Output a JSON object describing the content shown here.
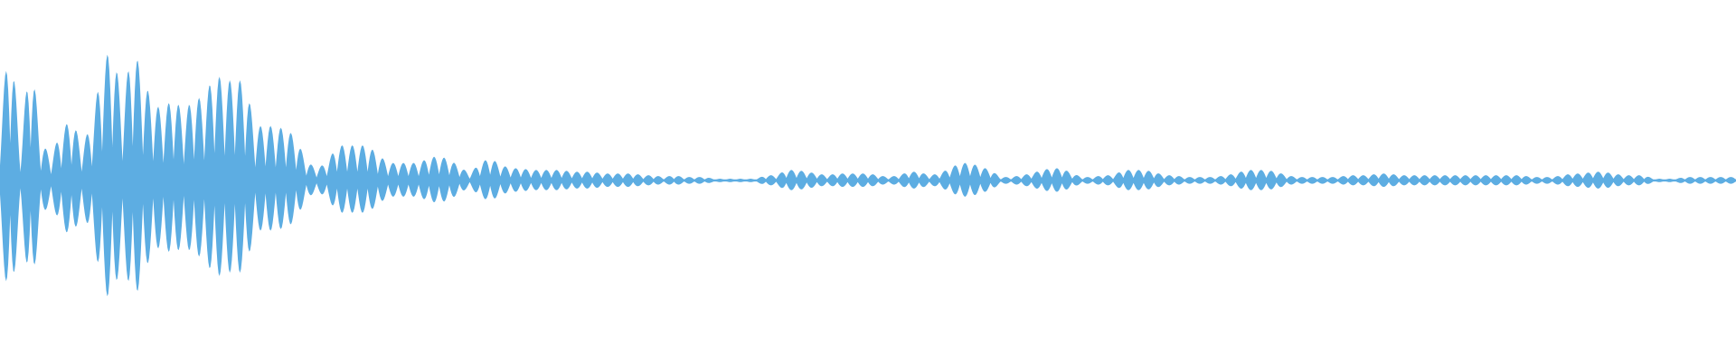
{
  "waveform": {
    "color": "#5dade2",
    "envelope": [
      0.34,
      0.85,
      0.19,
      0.75,
      0.22,
      0.14,
      0.28,
      0.36,
      0.2,
      0.32,
      0.66,
      0.77,
      0.44,
      0.78,
      0.58,
      0.44,
      0.4,
      0.48,
      0.38,
      0.48,
      0.46,
      0.62,
      0.56,
      0.58,
      0.56,
      0.3,
      0.32,
      0.3,
      0.3,
      0.24,
      0.11,
      0.07,
      0.1,
      0.2,
      0.2,
      0.2,
      0.2,
      0.15,
      0.1,
      0.1,
      0.1,
      0.1,
      0.13,
      0.14,
      0.12,
      0.08,
      0.04,
      0.1,
      0.13,
      0.09,
      0.07,
      0.07,
      0.06,
      0.06,
      0.06,
      0.06,
      0.05,
      0.05,
      0.05,
      0.04,
      0.04,
      0.04,
      0.04,
      0.03,
      0.03,
      0.02,
      0.03,
      0.02,
      0.02,
      0.02,
      0.01,
      0.01,
      0.01,
      0.01,
      0.01,
      0.03,
      0.03,
      0.06,
      0.06,
      0.05,
      0.04,
      0.03,
      0.04,
      0.04,
      0.04,
      0.04,
      0.03,
      0.02,
      0.03,
      0.05,
      0.05,
      0.03,
      0.04,
      0.07,
      0.1,
      0.1,
      0.08,
      0.06,
      0.02,
      0.02,
      0.03,
      0.04,
      0.06,
      0.07,
      0.07,
      0.04,
      0.02,
      0.02,
      0.03,
      0.03,
      0.06,
      0.06,
      0.06,
      0.05,
      0.03,
      0.03,
      0.02,
      0.02,
      0.02,
      0.02,
      0.03,
      0.04,
      0.06,
      0.06,
      0.06,
      0.05,
      0.03,
      0.02,
      0.02,
      0.02,
      0.02,
      0.02,
      0.03,
      0.03,
      0.03,
      0.04,
      0.04,
      0.03,
      0.03,
      0.03,
      0.03,
      0.03,
      0.03,
      0.03,
      0.03,
      0.03,
      0.03,
      0.03,
      0.03,
      0.03,
      0.02,
      0.02,
      0.02,
      0.03,
      0.04,
      0.04,
      0.05,
      0.05,
      0.04,
      0.03,
      0.03,
      0.03,
      0.01,
      0.01,
      0.01,
      0.02,
      0.02,
      0.02,
      0.02,
      0.02
    ]
  }
}
